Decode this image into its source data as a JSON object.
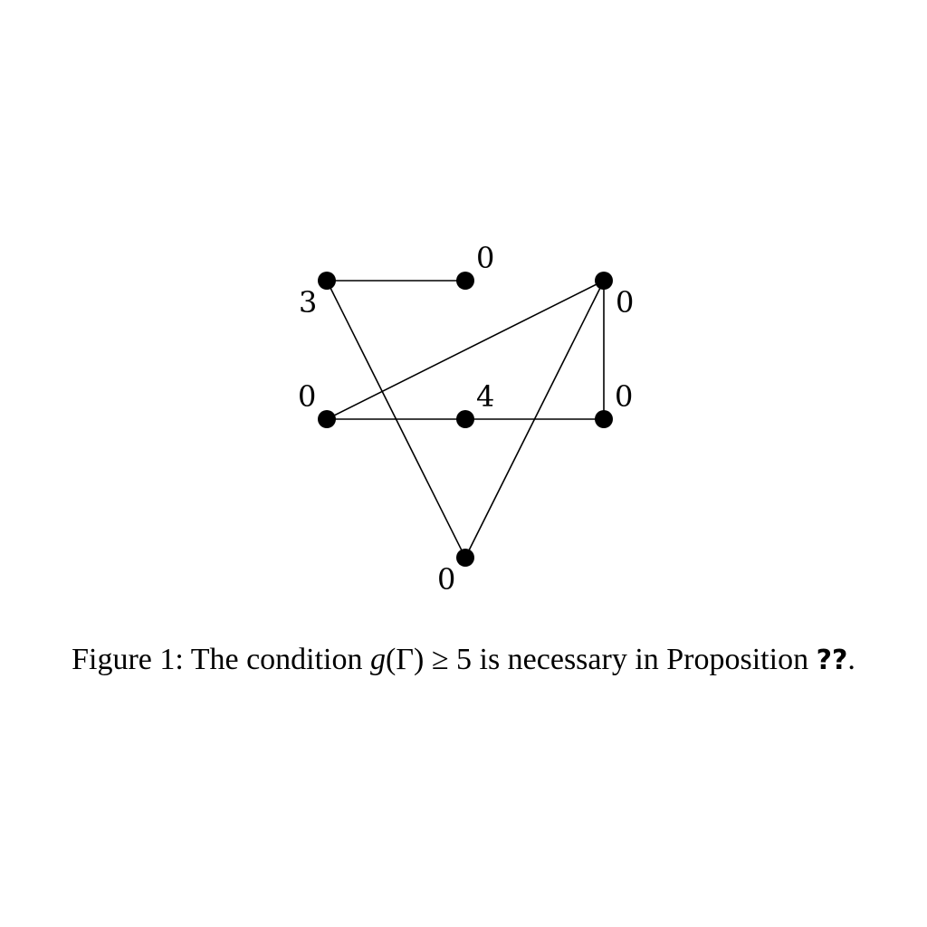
{
  "diagram": {
    "type": "graph",
    "vertices": [
      {
        "id": "v_top_left",
        "label": "3"
      },
      {
        "id": "v_top_mid",
        "label": "0"
      },
      {
        "id": "v_top_right",
        "label": "0"
      },
      {
        "id": "v_mid_left",
        "label": "0"
      },
      {
        "id": "v_mid_center",
        "label": "4"
      },
      {
        "id": "v_mid_right",
        "label": "0"
      },
      {
        "id": "v_bottom",
        "label": "0"
      }
    ],
    "edges": [
      [
        "v_top_left",
        "v_top_mid"
      ],
      [
        "v_top_left",
        "v_bottom"
      ],
      [
        "v_top_right",
        "v_mid_left"
      ],
      [
        "v_top_right",
        "v_mid_right"
      ],
      [
        "v_top_right",
        "v_bottom"
      ],
      [
        "v_mid_left",
        "v_mid_center"
      ],
      [
        "v_mid_center",
        "v_mid_right"
      ]
    ],
    "colors": {
      "ink": "#000000",
      "background": "#ffffff"
    }
  },
  "caption": {
    "prefix": "Figure 1:",
    "text_before": "The condition",
    "math_g": "g",
    "math_paren_open": "(",
    "math_gamma": "Γ",
    "math_paren_close": ")",
    "math_rel": "≥",
    "math_value": "5",
    "text_after": "is necessary in Proposition",
    "ref": "??",
    "period": "."
  }
}
